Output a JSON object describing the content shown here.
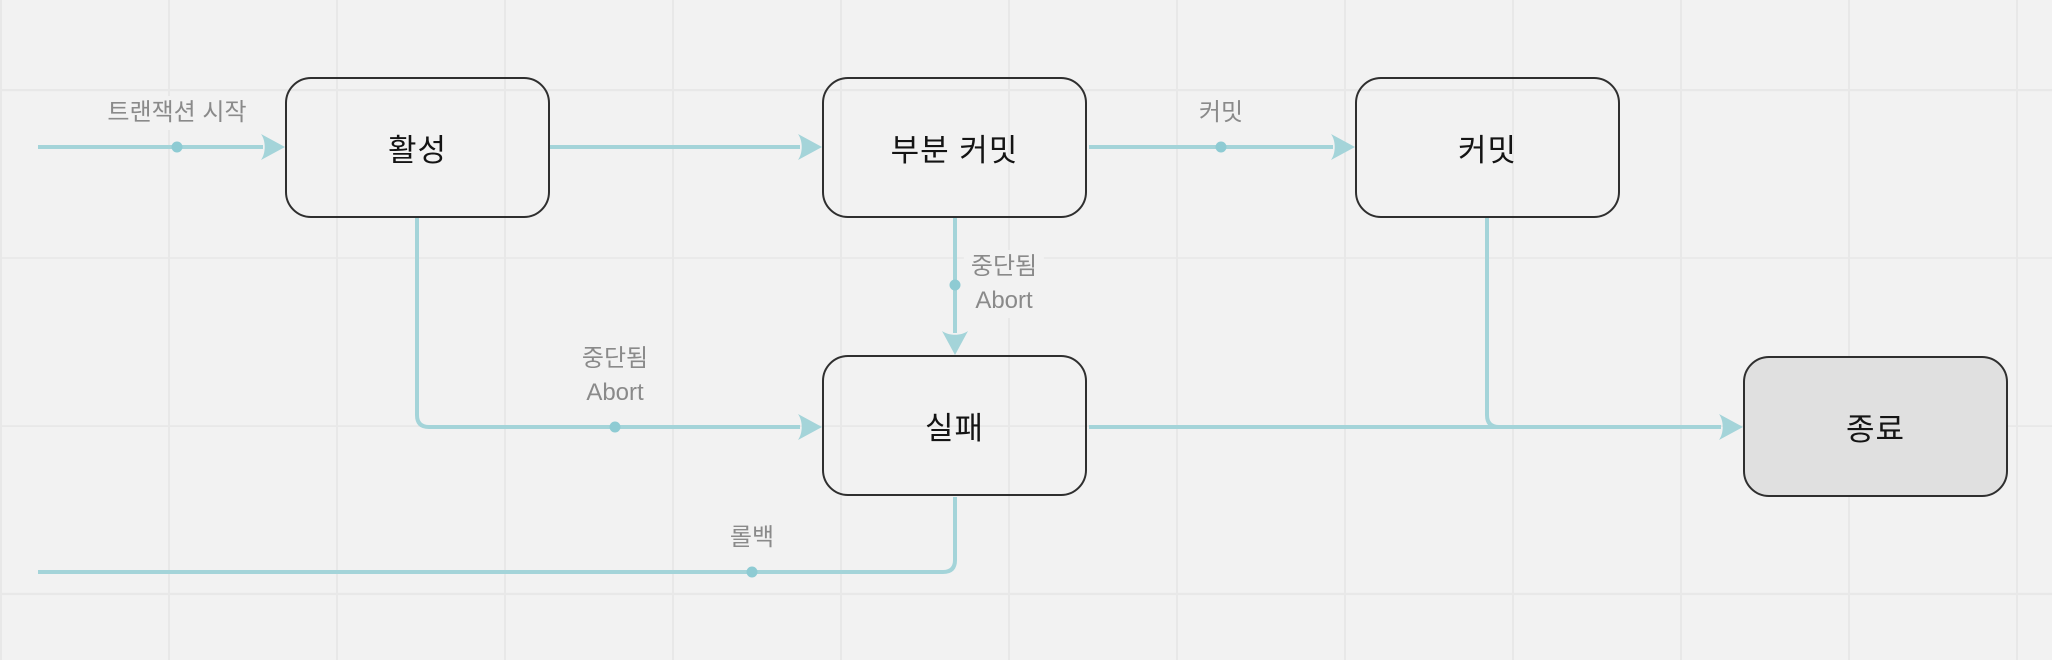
{
  "colors": {
    "bg": "#f2f2f2",
    "grid-line": "#e8e8e8",
    "node-border": "#2f2f2f",
    "node-text": "#141414",
    "node-fill-terminated": "#e0e0e0",
    "edge": "#a4d4d9",
    "edge-dot": "#8ecbd3",
    "label-text": "#8a8a8a"
  },
  "diagram": {
    "kind": "transaction-state-flowchart",
    "nodes": [
      {
        "id": "active",
        "label": "활성"
      },
      {
        "id": "partially-committed",
        "label": "부분 커밋"
      },
      {
        "id": "committed",
        "label": "커밋"
      },
      {
        "id": "failed",
        "label": "실패"
      },
      {
        "id": "terminated",
        "label": "종료"
      }
    ],
    "edges": [
      {
        "from": "(canvas-left)",
        "to": "활성",
        "label": "트랜잭션 시작"
      },
      {
        "from": "활성",
        "to": "부분 커밋",
        "label": ""
      },
      {
        "from": "부분 커밋",
        "to": "커밋",
        "label": "커밋"
      },
      {
        "from": "부분 커밋",
        "to": "실패",
        "label": "중단됨 Abort",
        "label_lines": [
          "중단됨",
          "Abort"
        ]
      },
      {
        "from": "활성",
        "to": "실패",
        "label": "중단됨 Abort",
        "label_lines": [
          "중단됨",
          "Abort"
        ]
      },
      {
        "from": "실패",
        "to": "종료",
        "label": ""
      },
      {
        "from": "커밋",
        "to": "종료",
        "label": ""
      },
      {
        "from": "실패",
        "to": "(canvas-left)",
        "label": "롤백"
      }
    ]
  }
}
